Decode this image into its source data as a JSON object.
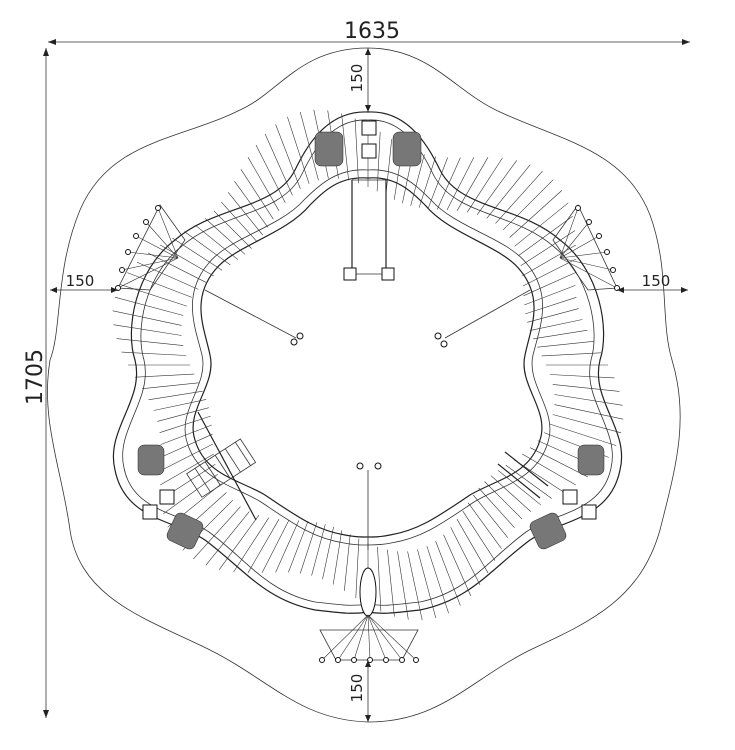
{
  "dimensions": {
    "overall_width": "1635",
    "overall_height": "1705",
    "clearance_top": "150",
    "clearance_bottom": "150",
    "clearance_left": "150",
    "clearance_right": "150"
  },
  "colors": {
    "line": "#222222",
    "background": "#ffffff"
  }
}
